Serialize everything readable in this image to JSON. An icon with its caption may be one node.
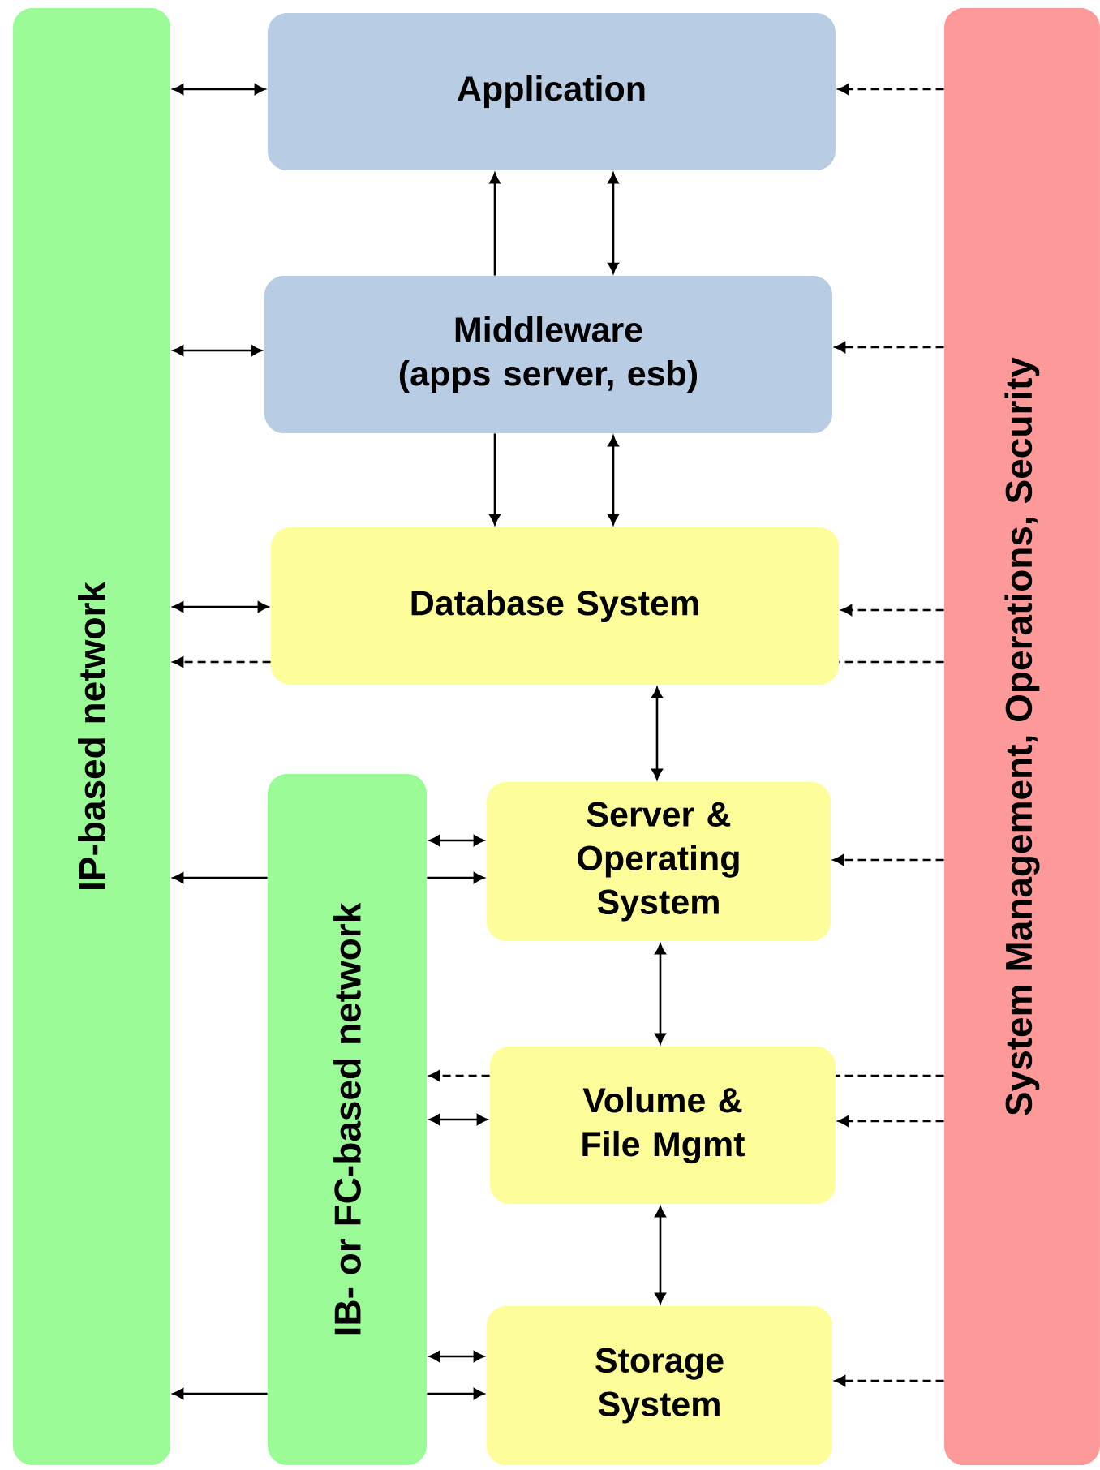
{
  "diagram": {
    "nodes": [
      {
        "text": [
          "IP-based network"
        ]
      },
      {
        "text": [
          "Application"
        ]
      },
      {
        "text": [
          "Middleware",
          "(apps server, esb)"
        ]
      },
      {
        "text": [
          "Database System"
        ]
      },
      {
        "text": [
          "IB- or FC-based network"
        ]
      },
      {
        "text": [
          "Server & Operating System"
        ]
      },
      {
        "text": [
          "Volume & File Mgmt"
        ]
      },
      {
        "text": [
          "Storage System"
        ]
      },
      {
        "text": [
          "System Management, Operations, Security"
        ]
      }
    ],
    "edges": [
      {
        "from": 0,
        "to": 1,
        "arrow": "both"
      },
      {
        "from": 8,
        "to": 1,
        "arrow": "to",
        "style": "dashed"
      },
      {
        "from": 2,
        "to": 1,
        "arrow": "to"
      },
      {
        "from": 1,
        "to": 2,
        "arrow": "both"
      },
      {
        "from": 0,
        "to": 2,
        "arrow": "both"
      },
      {
        "from": 8,
        "to": 2,
        "arrow": "to",
        "style": "dashed"
      },
      {
        "from": 2,
        "to": 3,
        "arrow": "to"
      },
      {
        "from": 2,
        "to": 3,
        "arrow": "both"
      },
      {
        "from": 0,
        "to": 3,
        "arrow": "both"
      },
      {
        "from": 8,
        "to": 3,
        "arrow": "to",
        "style": "dashed"
      },
      {
        "from": 3,
        "to": 0,
        "arrow": "to",
        "style": "dashed"
      },
      {
        "from": 8,
        "to": 3,
        "arrow": "none",
        "style": "dashed"
      },
      {
        "from": 3,
        "to": 5,
        "arrow": "both"
      },
      {
        "from": 4,
        "to": 5,
        "arrow": "both"
      },
      {
        "from": 4,
        "to": 5,
        "arrow": "to"
      },
      {
        "from": 4,
        "to": 0,
        "arrow": "to"
      },
      {
        "from": 8,
        "to": 5,
        "arrow": "to",
        "style": "dashed"
      },
      {
        "from": 5,
        "to": 6,
        "arrow": "both"
      },
      {
        "from": 6,
        "to": 4,
        "arrow": "to",
        "style": "dashed"
      },
      {
        "from": 8,
        "to": 6,
        "arrow": "none",
        "style": "dashed"
      },
      {
        "from": 4,
        "to": 6,
        "arrow": "both"
      },
      {
        "from": 8,
        "to": 6,
        "arrow": "to",
        "style": "dashed"
      },
      {
        "from": 6,
        "to": 7,
        "arrow": "both"
      },
      {
        "from": 4,
        "to": 7,
        "arrow": "both"
      },
      {
        "from": 4,
        "to": 7,
        "arrow": "to"
      },
      {
        "from": 4,
        "to": 0,
        "arrow": "to"
      },
      {
        "from": 8,
        "to": 7,
        "arrow": "to",
        "style": "dashed"
      }
    ]
  }
}
